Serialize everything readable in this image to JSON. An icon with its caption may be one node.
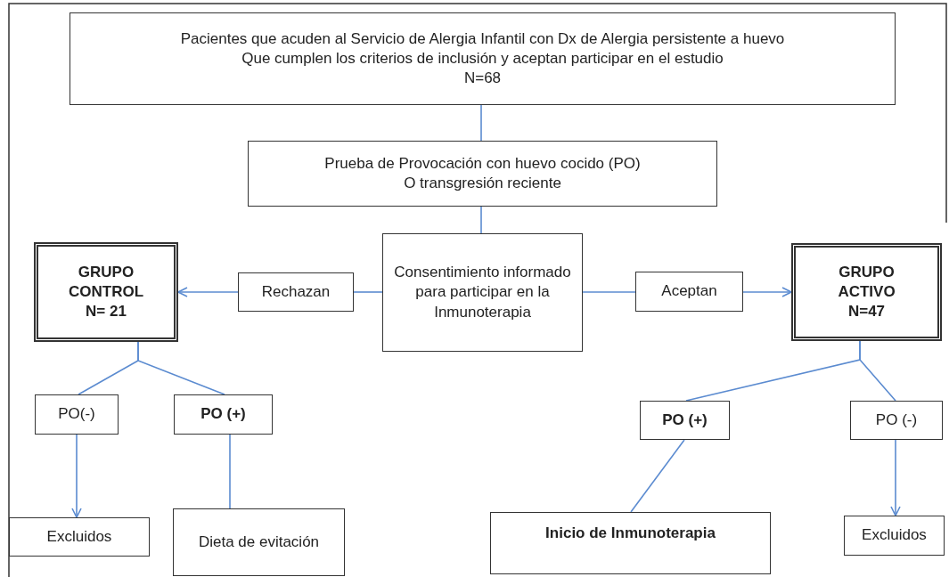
{
  "diagram": {
    "nodes": [
      {
        "text": [
          "Pacientes que acuden al Servicio de Alergia Infantil con Dx de Alergia persistente a huevo",
          "Que cumplen los criterios de inclusión y aceptan participar en el estudio",
          "N=68"
        ]
      },
      {
        "text": [
          "Prueba de Provocación con huevo cocido (PO)",
          "O transgresión reciente"
        ]
      },
      {
        "text": [
          "Consentimiento informado para participar en la Inmunoterapia"
        ]
      },
      {
        "text": [
          "Rechazan"
        ]
      },
      {
        "text": [
          "GRUPO",
          "CONTROL",
          "N= 21"
        ]
      },
      {
        "text": [
          "Aceptan"
        ]
      },
      {
        "text": [
          "GRUPO",
          "ACTIVO",
          "N=47"
        ]
      },
      {
        "text": [
          "PO(-)"
        ]
      },
      {
        "text": [
          "PO (+)"
        ]
      },
      {
        "text": [
          "Excluidos"
        ]
      },
      {
        "text": [
          "Dieta de evitación"
        ]
      },
      {
        "text": [
          "PO (+)"
        ]
      },
      {
        "text": [
          "PO  (-)"
        ]
      },
      {
        "text": [
          "Inicio de Inmunoterapia"
        ]
      },
      {
        "text": [
          "Excluidos"
        ]
      }
    ],
    "edges": [
      {
        "from": 0,
        "to": 1,
        "arrow": "none"
      },
      {
        "from": 1,
        "to": 2,
        "arrow": "none"
      },
      {
        "from": 2,
        "to": 3,
        "arrow": "none"
      },
      {
        "from": 3,
        "to": 4,
        "arrow": "to"
      },
      {
        "from": 2,
        "to": 5,
        "arrow": "none"
      },
      {
        "from": 5,
        "to": 6,
        "arrow": "to"
      },
      {
        "from": 4,
        "to": 7,
        "arrow": "none"
      },
      {
        "from": 4,
        "to": 8,
        "arrow": "none"
      },
      {
        "from": 7,
        "to": 9,
        "arrow": "to"
      },
      {
        "from": 8,
        "to": 10,
        "arrow": "none"
      },
      {
        "from": 6,
        "to": 11,
        "arrow": "none"
      },
      {
        "from": 6,
        "to": 12,
        "arrow": "none"
      },
      {
        "from": 11,
        "to": 13,
        "arrow": "none"
      },
      {
        "from": 12,
        "to": 14,
        "arrow": "to"
      }
    ]
  }
}
